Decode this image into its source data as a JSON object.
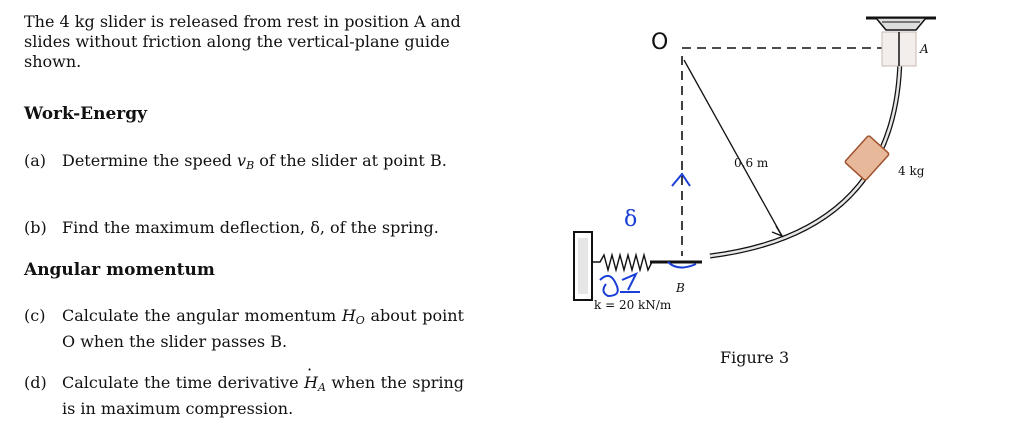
{
  "problem": {
    "intro": "The 4 kg slider is released from rest in position A and slides without friction along the vertical-plane guide shown."
  },
  "sections": [
    {
      "heading": "Work-Energy",
      "parts": [
        {
          "label": "(a)",
          "text_before": "Determine the speed",
          "symbol": "v",
          "subscript": "B",
          "text_after": "of the slider at point B."
        },
        {
          "label": "(b)",
          "text": "Find the maximum deflection, δ, of the spring."
        }
      ]
    },
    {
      "heading": "Angular momentum",
      "parts": [
        {
          "label": "(c)",
          "text_before": "Calculate the angular momentum",
          "symbol": "H",
          "subscript": "O",
          "text_after": "about point O when the slider passes B."
        },
        {
          "label": "(d)",
          "text_before": "Calculate the time derivative",
          "symbol": "H",
          "subscript": "A",
          "text_after": "when the spring is in maximum compression."
        }
      ]
    }
  ],
  "figure": {
    "point_o": "O",
    "point_a": "A",
    "point_b": "B",
    "radius_label": "0.6 m",
    "mass_label": "4 kg",
    "spring_label": "k = 20 kN/m",
    "delta_symbol": "δ",
    "caption": "Figure 3"
  },
  "colors": {
    "ink": "#111111",
    "slider_fill": "#e8b89a",
    "slider_stroke": "#a0522d",
    "annotation_blue": "#1a3fd6",
    "guide_fill": "#e6e6e6"
  }
}
